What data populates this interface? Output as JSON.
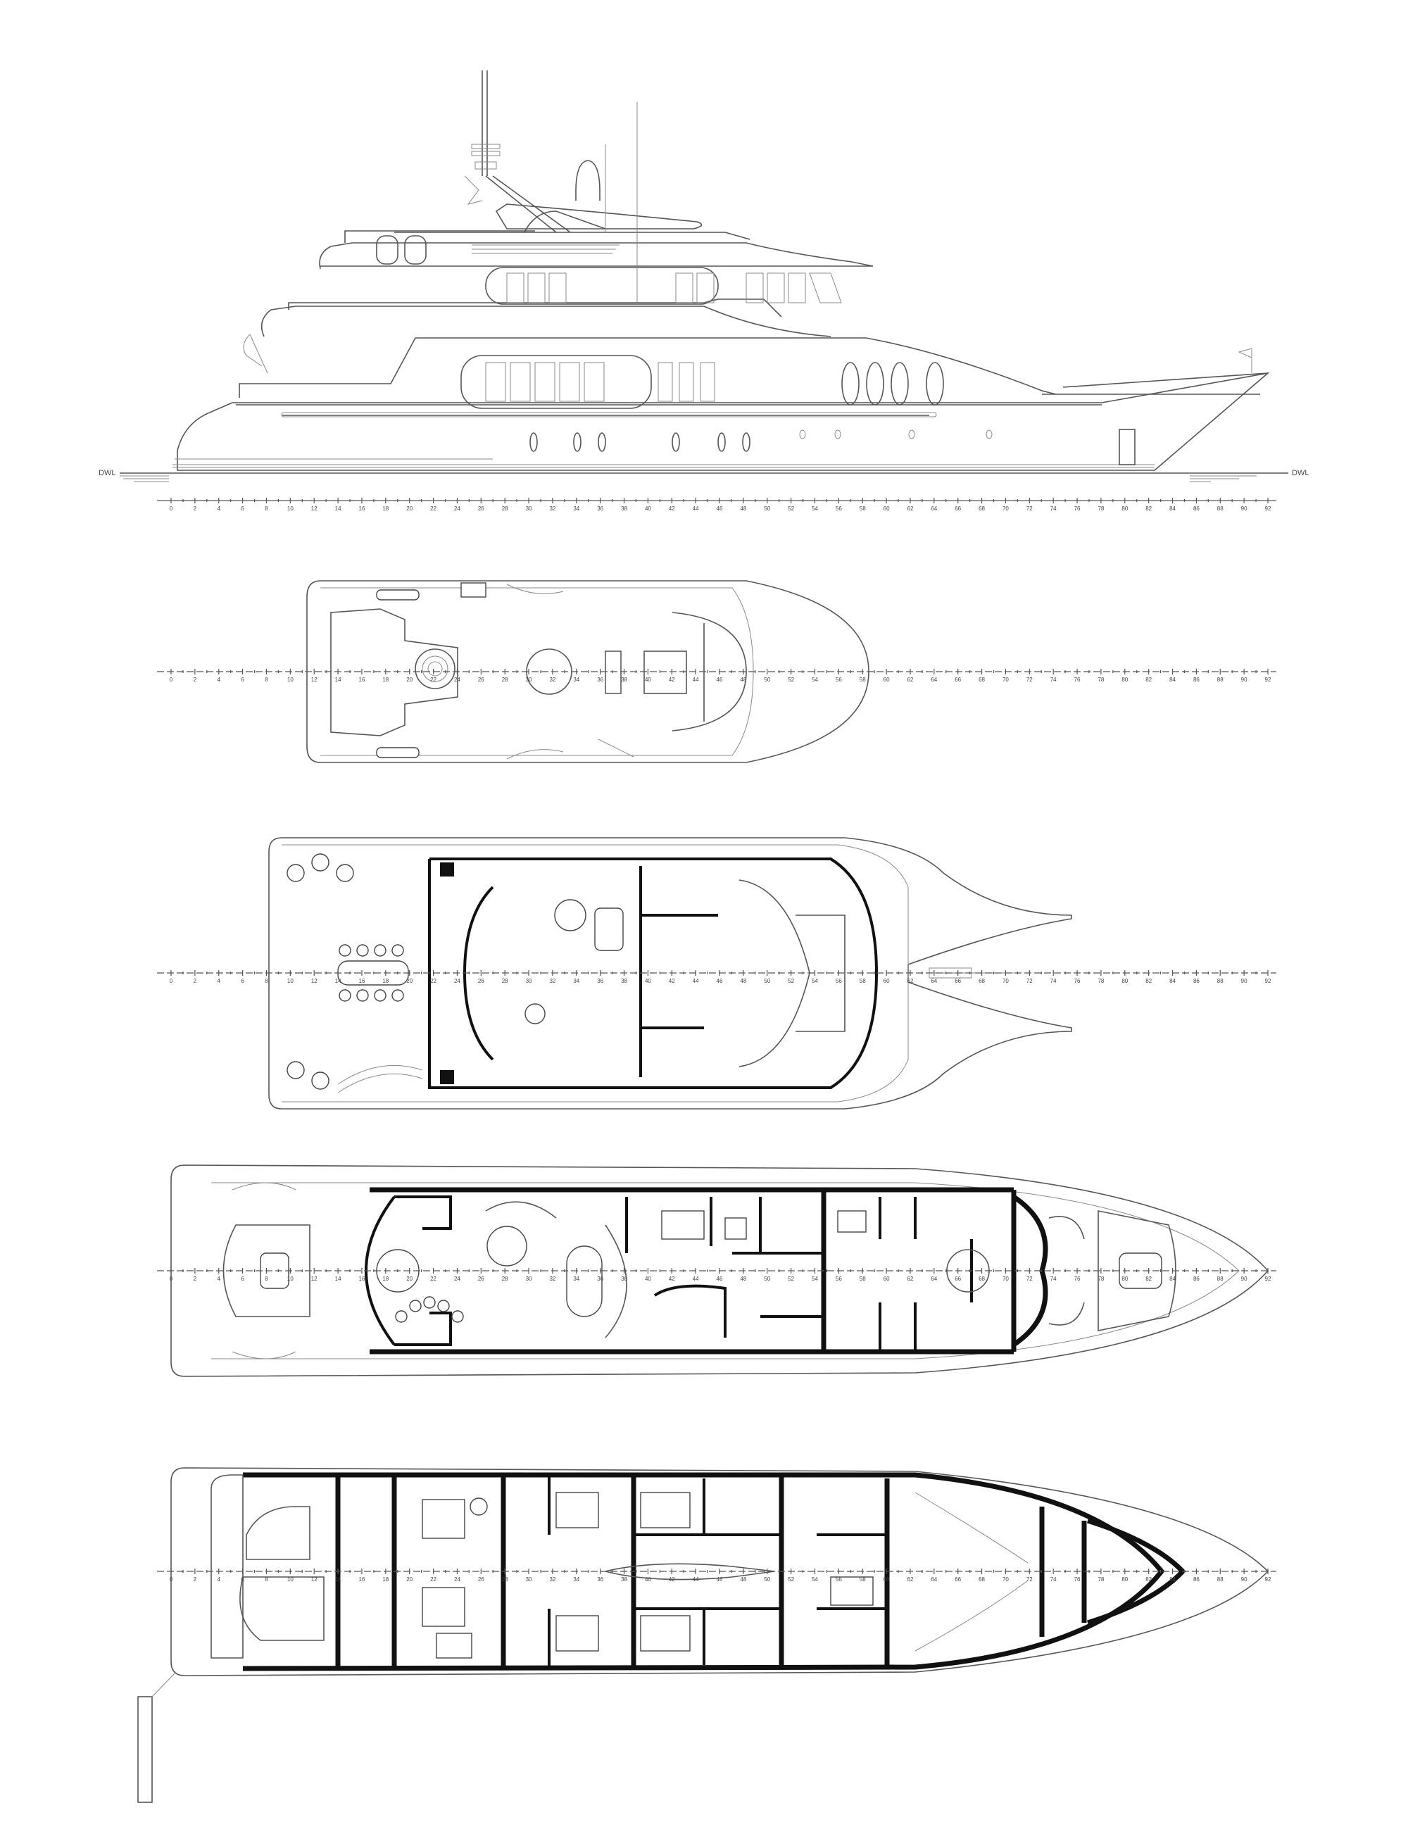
{
  "drawing": {
    "views": [
      "profile",
      "sun-deck",
      "bridge-deck",
      "main-deck",
      "lower-deck"
    ],
    "waterline_label_left": "DWL",
    "waterline_label_right": "DWL"
  },
  "scale": {
    "labels": [
      "0",
      "2",
      "4",
      "6",
      "8",
      "10",
      "12",
      "14",
      "16",
      "18",
      "20",
      "22",
      "24",
      "26",
      "28",
      "30",
      "32",
      "34",
      "36",
      "38",
      "40",
      "42",
      "44",
      "46",
      "48",
      "50",
      "52",
      "54",
      "56",
      "58",
      "60",
      "62",
      "64",
      "66",
      "68",
      "70",
      "72",
      "74",
      "76",
      "78",
      "80",
      "82",
      "84",
      "86",
      "88",
      "90",
      "92"
    ]
  },
  "colors": {
    "line": "#555555",
    "wall": "#111111",
    "background": "#ffffff"
  }
}
